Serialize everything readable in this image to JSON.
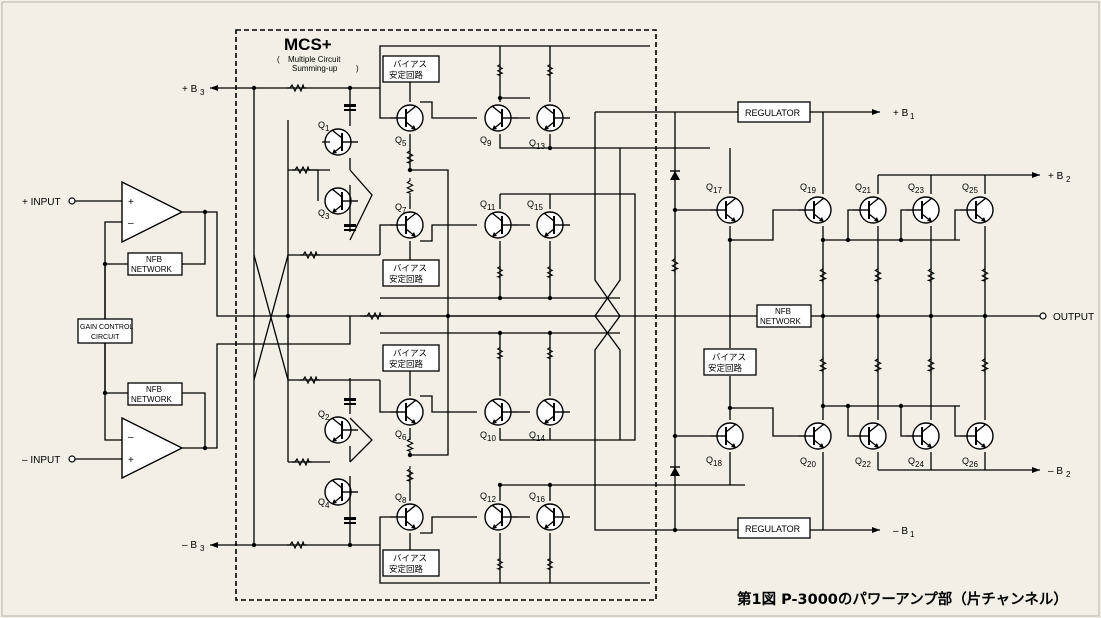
{
  "title": {
    "main": "MCS+",
    "sub1": "Multiple Circuit",
    "sub2": "Summing-up"
  },
  "caption": "第1図 P-3000のパワーアンプ部（片チャンネル）",
  "terminals": {
    "plus_input": "+ INPUT",
    "minus_input": "– INPUT",
    "output": "OUTPUT",
    "plus_b1": "+ B",
    "minus_b1": "– B",
    "plus_b2": "+ B",
    "minus_b2": "– B",
    "plus_b3": "+ B",
    "minus_b3": "– B",
    "sub1": "1",
    "sub2": "2",
    "sub3": "3"
  },
  "boxes": {
    "regulator": "REGULATOR",
    "nfb1": "NFB",
    "nfb2": "NETWORK",
    "gain1": "GAIN CONTROL",
    "gain2": "CIRCUIT",
    "bias1": "バイアス",
    "bias2": "安定回路"
  },
  "opamp": {
    "plus": "+",
    "minus": "–"
  },
  "transistors": {
    "q": "Q",
    "q1": "1",
    "q2": "2",
    "q3": "3",
    "q4": "4",
    "q5": "5",
    "q6": "6",
    "q7": "7",
    "q8": "8",
    "q9": "9",
    "q10": "10",
    "q11": "11",
    "q12": "12",
    "q13": "13",
    "q14": "14",
    "q15": "15",
    "q16": "16",
    "q17": "17",
    "q18": "18",
    "q19": "19",
    "q20": "20",
    "q21": "21",
    "q22": "22",
    "q23": "23",
    "q24": "24",
    "q25": "25",
    "q26": "26"
  }
}
